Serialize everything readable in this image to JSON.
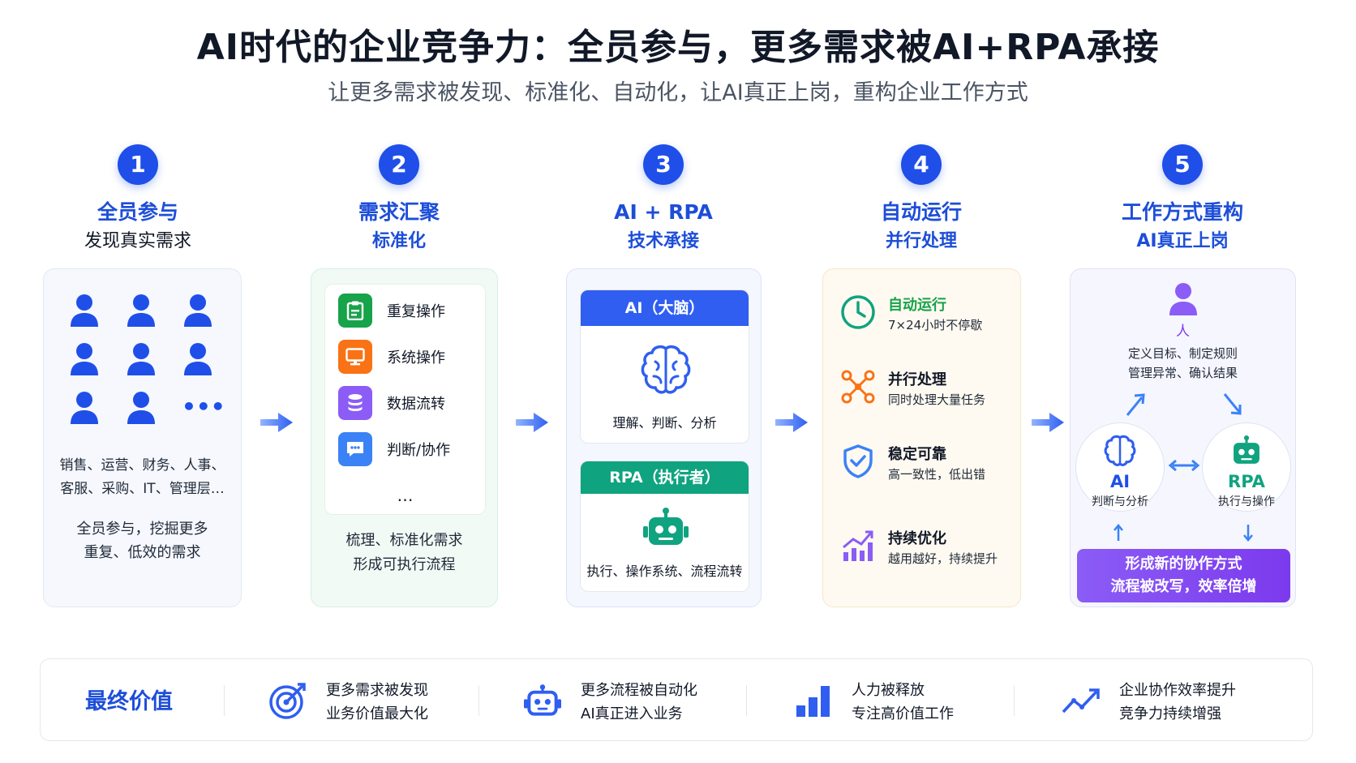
{
  "title": "AI时代的企业竞争力：全员参与，更多需求被AI+RPA承接",
  "subtitle": "让更多需求被发现、标准化、自动化，让AI真正上岗，重构企业工作方式",
  "steps": [
    {
      "num": "1",
      "line1": "全员参与",
      "line2": "发现真实需求"
    },
    {
      "num": "2",
      "line1": "需求汇聚",
      "line2": "标准化"
    },
    {
      "num": "3",
      "line1": "AI + RPA",
      "line2": "技术承接"
    },
    {
      "num": "4",
      "line1": "自动运行",
      "line2": "并行处理"
    },
    {
      "num": "5",
      "line1": "工作方式重构",
      "line2": "AI真正上岗"
    }
  ],
  "card1": {
    "roles": [
      "销售、运营、财务、人事、",
      "客服、采购、IT、管理层…"
    ],
    "summary": [
      "全员参与，挖掘更多",
      "重复、低效的需求"
    ],
    "more": "•••"
  },
  "card2": {
    "ops": [
      {
        "label": "重复操作",
        "icon": "clipboard-icon",
        "color": "#16a34a"
      },
      {
        "label": "系统操作",
        "icon": "monitor-icon",
        "color": "#f97316"
      },
      {
        "label": "数据流转",
        "icon": "database-icon",
        "color": "#8b5cf6"
      },
      {
        "label": "判断/协作",
        "icon": "chat-icon",
        "color": "#3b82f6"
      }
    ],
    "more": "…",
    "footer": [
      "梳理、标准化需求",
      "形成可执行流程"
    ]
  },
  "card3": {
    "ai_head": "AI（大脑）",
    "ai_caption": "理解、判断、分析",
    "rpa_head": "RPA（执行者）",
    "rpa_caption": "执行、操作系统、流程流转",
    "ai_color": "#2f5ef0",
    "rpa_color": "#10a37f"
  },
  "card4": {
    "features": [
      {
        "title": "自动运行",
        "desc": "7×24小时不停歇",
        "icon": "clock-icon"
      },
      {
        "title": "并行处理",
        "desc": "同时处理大量任务",
        "icon": "network-icon"
      },
      {
        "title": "稳定可靠",
        "desc": "高一致性，低出错",
        "icon": "shield-check-icon"
      },
      {
        "title": "持续优化",
        "desc": "越用越好，持续提升",
        "icon": "chart-up-icon"
      }
    ]
  },
  "card5": {
    "person_label": "人",
    "role_text": [
      "定义目标、制定规则",
      "管理异常、确认结果"
    ],
    "ai_title": "AI",
    "ai_desc": "判断与分析",
    "rpa_title": "RPA",
    "rpa_desc": "执行与操作",
    "result": [
      "形成新的协作方式",
      "流程被改写，效率倍增"
    ]
  },
  "bottom": {
    "title": "最终价值",
    "items": [
      {
        "l1": "更多需求被发现",
        "l2": "业务价值最大化",
        "icon": "target-icon"
      },
      {
        "l1": "更多流程被自动化",
        "l2": "AI真正进入业务",
        "icon": "robot-icon"
      },
      {
        "l1": "人力被释放",
        "l2": "专注高价值工作",
        "icon": "bar-chart-icon"
      },
      {
        "l1": "企业协作效率提升",
        "l2": "竞争力持续增强",
        "icon": "trend-up-icon"
      }
    ]
  },
  "colors": {
    "primary": "#1f4fe8",
    "green": "#10a37f",
    "purple": "#7c3aed",
    "orange": "#f97316"
  }
}
